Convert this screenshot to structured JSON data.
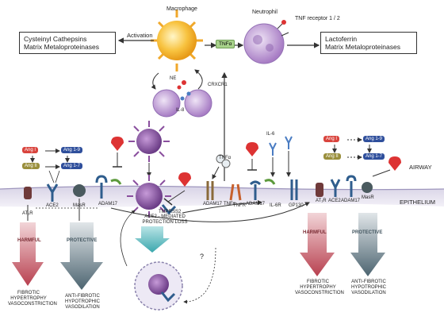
{
  "top": {
    "left_box": [
      "Cysteinyl Cathepsins",
      "Matrix Metaloproteinases"
    ],
    "activation": "Activation",
    "macrophage": "Macrophage",
    "neutrophil": "Neutrophil",
    "tnf_box": "TNFα",
    "tnf_receptor": "TNF receptor 1 / 2",
    "right_box": [
      "Lactoferrin",
      "Matrix Metaloproteinases"
    ],
    "ne": "NE",
    "cxcr1": "CRXCR1",
    "il8": "IL-8"
  },
  "left_panel": {
    "ang1": "Ang I",
    "ang19": "Ang 1-9",
    "ang2": "Ang II",
    "ang17": "Ang 1-7",
    "at1r": "AT₁R",
    "ace2": "ACE2",
    "masr": "MasR",
    "adam17": "ADAM17",
    "harmful": "HARMFUL",
    "protective": "PROTECTIVE",
    "harmful_effects": [
      "FIBROTIC",
      "HYPERTROPHY",
      "VASOCONSTRICTION"
    ],
    "protective_effects": [
      "ANTI-FIBROTIC",
      "HYPOTROPHIC",
      "VASODILATION"
    ]
  },
  "middle": {
    "tmprss2": "TMPRSS2",
    "adam17": "ADAM17",
    "tnfa_receptor": "TNFα",
    "tnfa_top": "TNFα",
    "tnfr": "TNFR",
    "adam17b": "ADAM17",
    "il6": "IL-6",
    "il6r": "IL-6R",
    "gp130": "GP130",
    "loss_label": [
      "ACE2 - MEDIATED",
      "PROTECTION LOSS"
    ],
    "question": "?"
  },
  "right_panel": {
    "ang1": "Ang I",
    "ang19": "Ang 1-9",
    "ang2": "Ang II",
    "ang17": "Ang 1-7",
    "at1r": "AT₁R",
    "ace2": "ACE2",
    "adam17": "ADAM17",
    "masr": "MasR",
    "harmful": "HARMFUL",
    "protective": "PROTECTIVE",
    "harmful_effects": [
      "FIBROTIC",
      "HYPERTROPHY",
      "VASOCONSTRICTION"
    ],
    "protective_effects": [
      "ANTI-FIBROTIC",
      "HYPOTROPHIC",
      "VASODILATION"
    ]
  },
  "zones": {
    "airway": "AIRWAY",
    "epithelium": "EPITHELIUM"
  },
  "colors": {
    "membrane": "#c9c3da",
    "harmful": "#c9545e",
    "protective": "#5f7480",
    "virus": "#8a4f9e",
    "sun": "#f5b428",
    "neutrophil": "#b58ed0"
  }
}
